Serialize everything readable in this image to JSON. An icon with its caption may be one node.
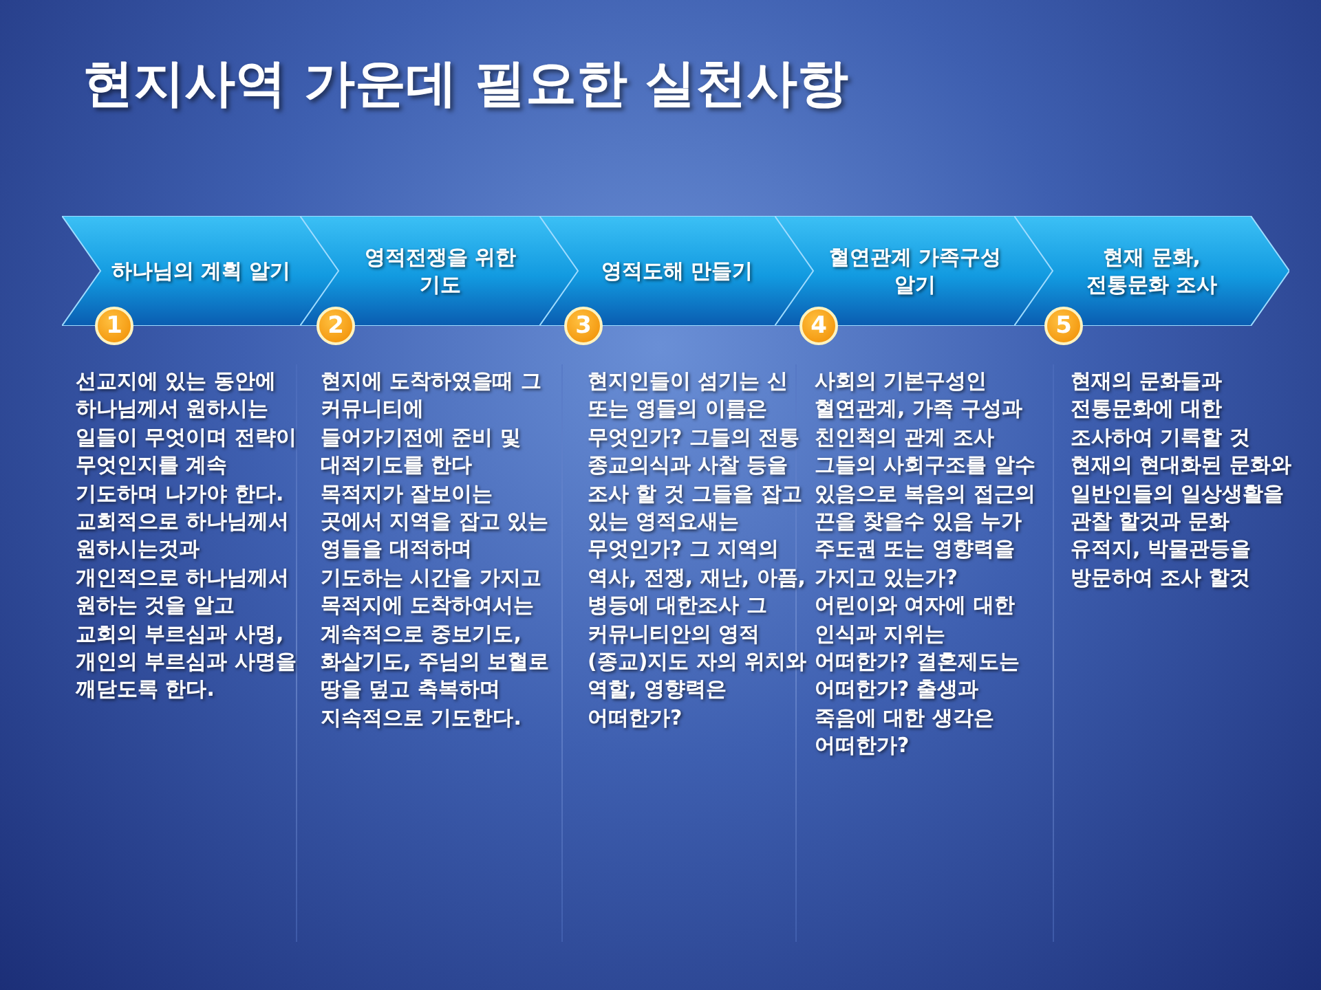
{
  "diagram": {
    "title": "현지사역 가운데 필요한 실천사항",
    "nodes": [
      {
        "text": [
          "하나님의 계획 알기",
          "1"
        ]
      },
      {
        "text": [
          "영적전쟁을 위한 기도",
          "2"
        ]
      },
      {
        "text": [
          "영적도해 만들기",
          "3"
        ]
      },
      {
        "text": [
          "혈연관계 가족구성 알기",
          "4"
        ]
      },
      {
        "text": [
          "현재 문화, 전통문화 조사",
          "5"
        ]
      }
    ],
    "labels": [
      "선교지에 있는 동안에 하나님께서 원하시는 일들이 무엇이며 전략이 무엇인지를 계속 기도하며 나가야 한다. 교회적으로 하나님께서 원하시는것과 개인적으로 하나님께서 원하는 것을 알고 교회의 부르심과 사명, 개인의 부르심과 사명을 깨닫도록 한다.",
      "현지에 도착하였을때 그 커뮤니티에 들어가기전에 준비 및 대적기도를 한다 목적지가 잘보이는 곳에서 지역을 잡고 있는 영들을 대적하며 기도하는 시간을 가지고 목적지에 도착하여서는 계속적으로 중보기도, 화살기도, 주님의 보혈로 땅을 덮고 축복하며 지속적으로 기도한다.",
      "현지인들이 섬기는 신 또는 영들의 이름은 무엇인가? 그들의 전통 종교의식과 사찰 등을 조사 할 것 그들을 잡고 있는 영적요새는 무엇인가? 그 지역의 역사, 전쟁, 재난, 아픔, 병등에 대한조사 그 커뮤니티안의 영적(종교)지도 자의 위치와 역할, 영향력은 어떠한가?",
      "사회의 기본구성인 혈연관계, 가족 구성과 친인척의 관계 조사 그들의 사회구조를 알수 있음으로 복음의 접근의 끈을 찾을수 있음 누가 주도권 또는 영향력을 가지고 있는가? 어린이와 여자에 대한 인식과 지위는 어떠한가? 결혼제도는 어떠한가? 출생과 죽음에 대한 생각은 어떠한가?",
      "현재의 문화들과 전통문화에 대한 조사하여 기록할 것 현재의 현대화된 문화와 일반인들의 일상생활을 관찰 할것과 문화 유적지, 박물관등을 방문하여 조사 할것"
    ]
  }
}
